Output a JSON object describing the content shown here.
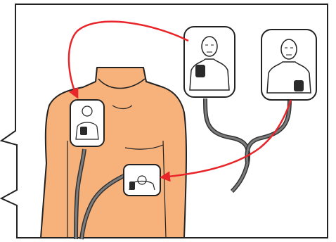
{
  "diagram": {
    "colors": {
      "skin": "#f7b27c",
      "outline": "#222222",
      "cable": "#7c7c7c",
      "cable_outline": "#333333",
      "pad_fill": "#ffffff",
      "arrow": "#e8262a",
      "pad_patch": "#2a2a2a",
      "background": "#ffffff"
    },
    "pads": [
      {
        "name": "pad-upper-right-chest",
        "icon": "torso-figure-icon",
        "placement": "upper-right-chest"
      },
      {
        "name": "pad-lower-left-side",
        "icon": "torso-figure-icon",
        "placement": "lower-left-side"
      }
    ],
    "arrows": [
      {
        "from": "pad-upper-right-chest",
        "to": "applied-pad-upper-chest"
      },
      {
        "from": "pad-lower-left-side",
        "to": "applied-pad-side"
      }
    ]
  }
}
